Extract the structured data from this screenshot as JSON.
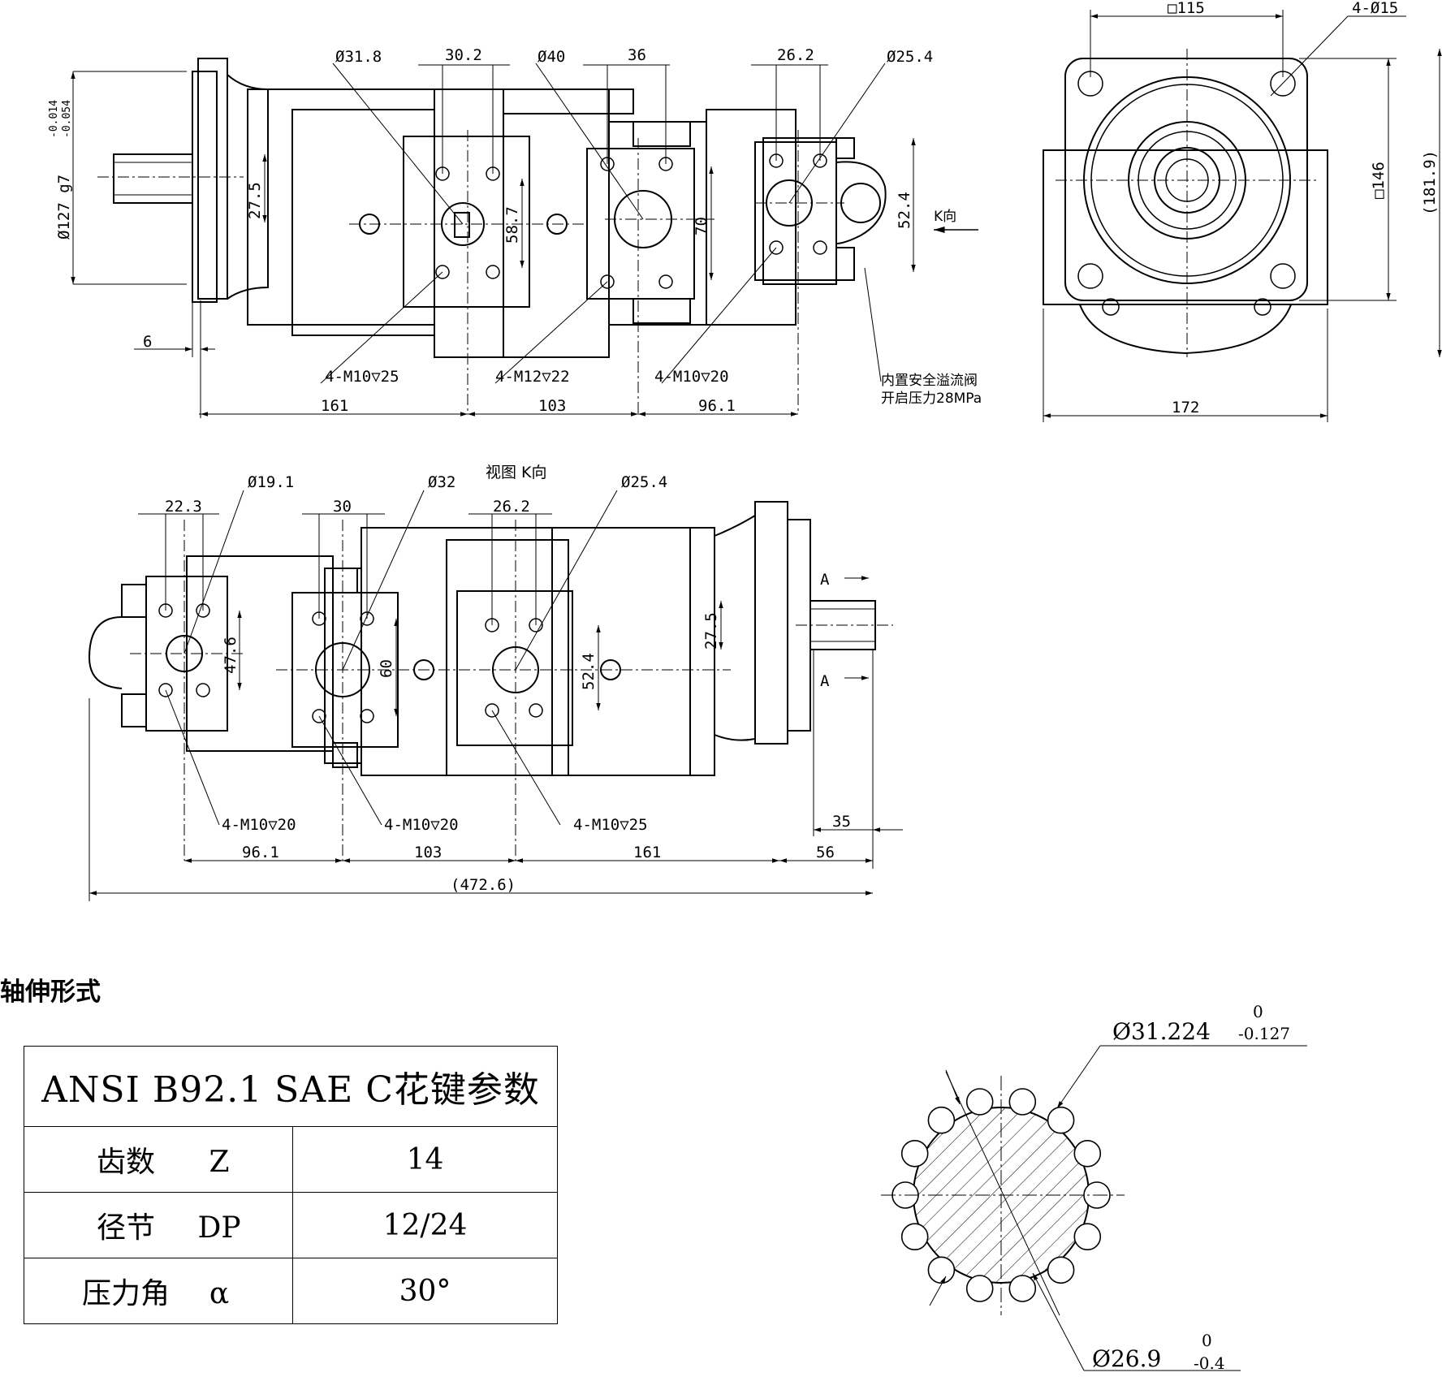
{
  "top_view": {
    "dims": {
      "d_port1": "Ø31.8",
      "pitch1": "30.2",
      "d_port2": "Ø40",
      "pitch2": "36",
      "pitch3": "26.2",
      "d_port3": "Ø25.4",
      "flange_d": "Ø127 g7",
      "tol_upper": "-0.014",
      "tol_lower": "-0.054",
      "h_27_5": "27.5",
      "h_58_7": "58.7",
      "h_70": "70",
      "h_52_4": "52.4",
      "w_6": "6",
      "thread1": "4-M10▽25",
      "thread2": "4-M12▽22",
      "thread3": "4-M10▽20",
      "len1": "161",
      "len2": "103",
      "len3": "96.1",
      "valve_note_1": "内置安全溢流阀",
      "valve_note_2": "开启压力28MPa",
      "k_dir": "K向"
    }
  },
  "end_view": {
    "dims": {
      "sq115": "□115",
      "holes": "4-Ø15",
      "sq146": "□146",
      "h_181_9": "(181.9)",
      "w_172": "172"
    }
  },
  "k_view": {
    "title": "视图 K向",
    "dims": {
      "d1": "Ø19.1",
      "p1": "22.3",
      "d2": "Ø32",
      "p2": "30",
      "d3": "Ø25.4",
      "p3": "26.2",
      "h_47_6": "47.6",
      "h_60": "60",
      "h_52_4": "52.4",
      "h_27_5": "27.5",
      "sec_a": "A",
      "t1": "4-M10▽20",
      "t2": "4-M10▽20",
      "t3": "4-M10▽25",
      "len1": "96.1",
      "len2": "103",
      "len3": "161",
      "len4": "56",
      "len5": "35",
      "total": "(472.6)"
    }
  },
  "section_title": "轴伸形式",
  "spline_table": {
    "title": "ANSI B92.1 SAE C花键参数",
    "rows": [
      {
        "name": "齿数",
        "symbol": "Z",
        "value": "14"
      },
      {
        "name": "径节",
        "symbol": "DP",
        "value": "12/24"
      },
      {
        "name": "压力角",
        "symbol": "α",
        "value": "30°"
      }
    ]
  },
  "spline_section": {
    "major": "Ø31.224",
    "major_upper": "0",
    "major_lower": "-0.127",
    "minor": "Ø26.9",
    "minor_upper": "0",
    "minor_lower": "-0.4"
  }
}
